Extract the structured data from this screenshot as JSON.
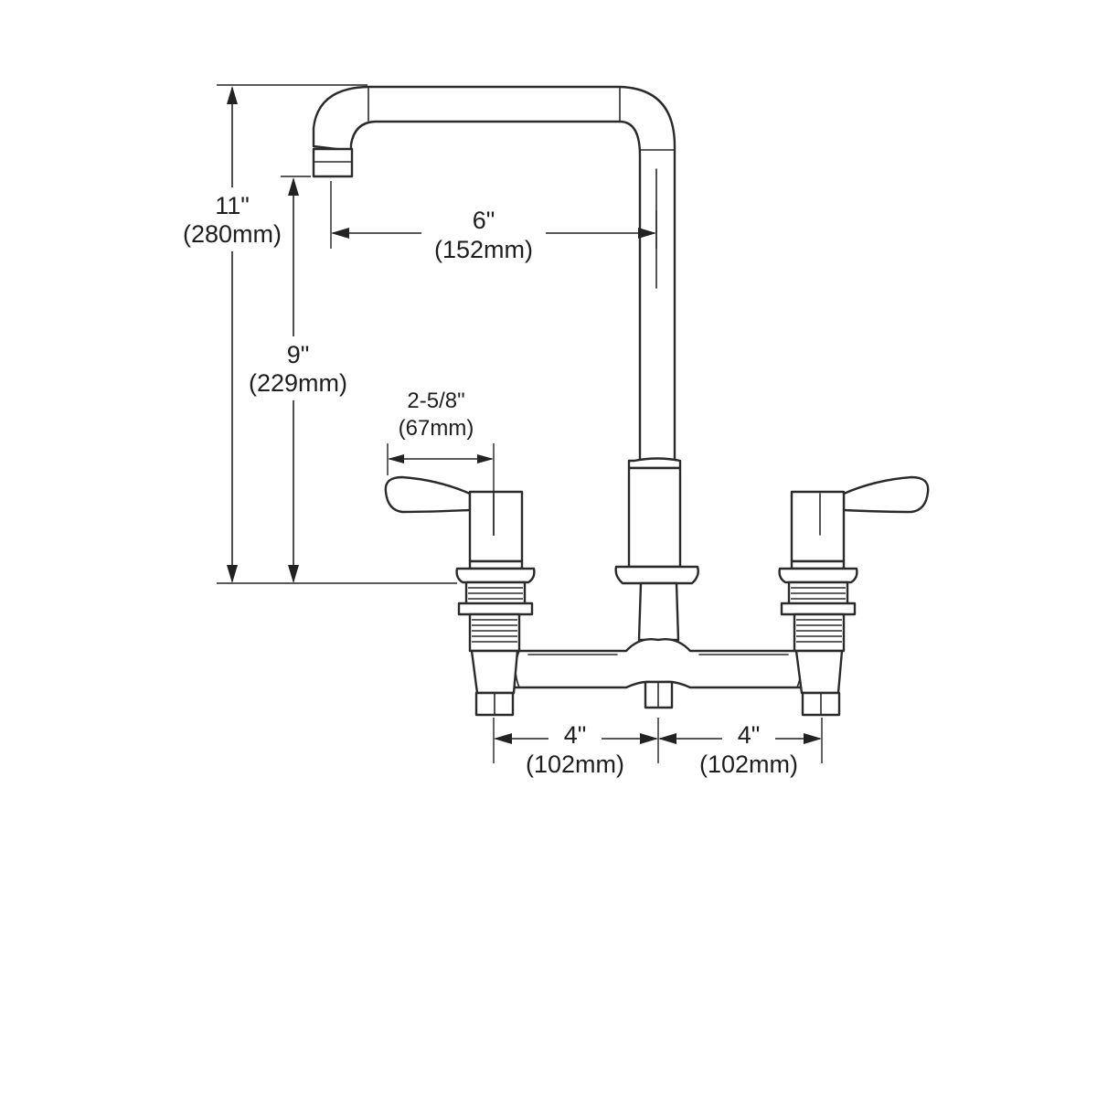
{
  "dimensions": {
    "overall_height": {
      "imperial": "11\"",
      "metric": "(280mm)"
    },
    "spout_height": {
      "imperial": "9\"",
      "metric": "(229mm)"
    },
    "spout_reach": {
      "imperial": "6\"",
      "metric": "(152mm)"
    },
    "handle_length": {
      "imperial": "2-5/8\"",
      "metric": "(67mm)"
    },
    "left_spacing": {
      "imperial": "4\"",
      "metric": "(102mm)"
    },
    "right_spacing": {
      "imperial": "4\"",
      "metric": "(102mm)"
    }
  },
  "colors": {
    "line": "#2a2a2a",
    "background": "#ffffff"
  }
}
